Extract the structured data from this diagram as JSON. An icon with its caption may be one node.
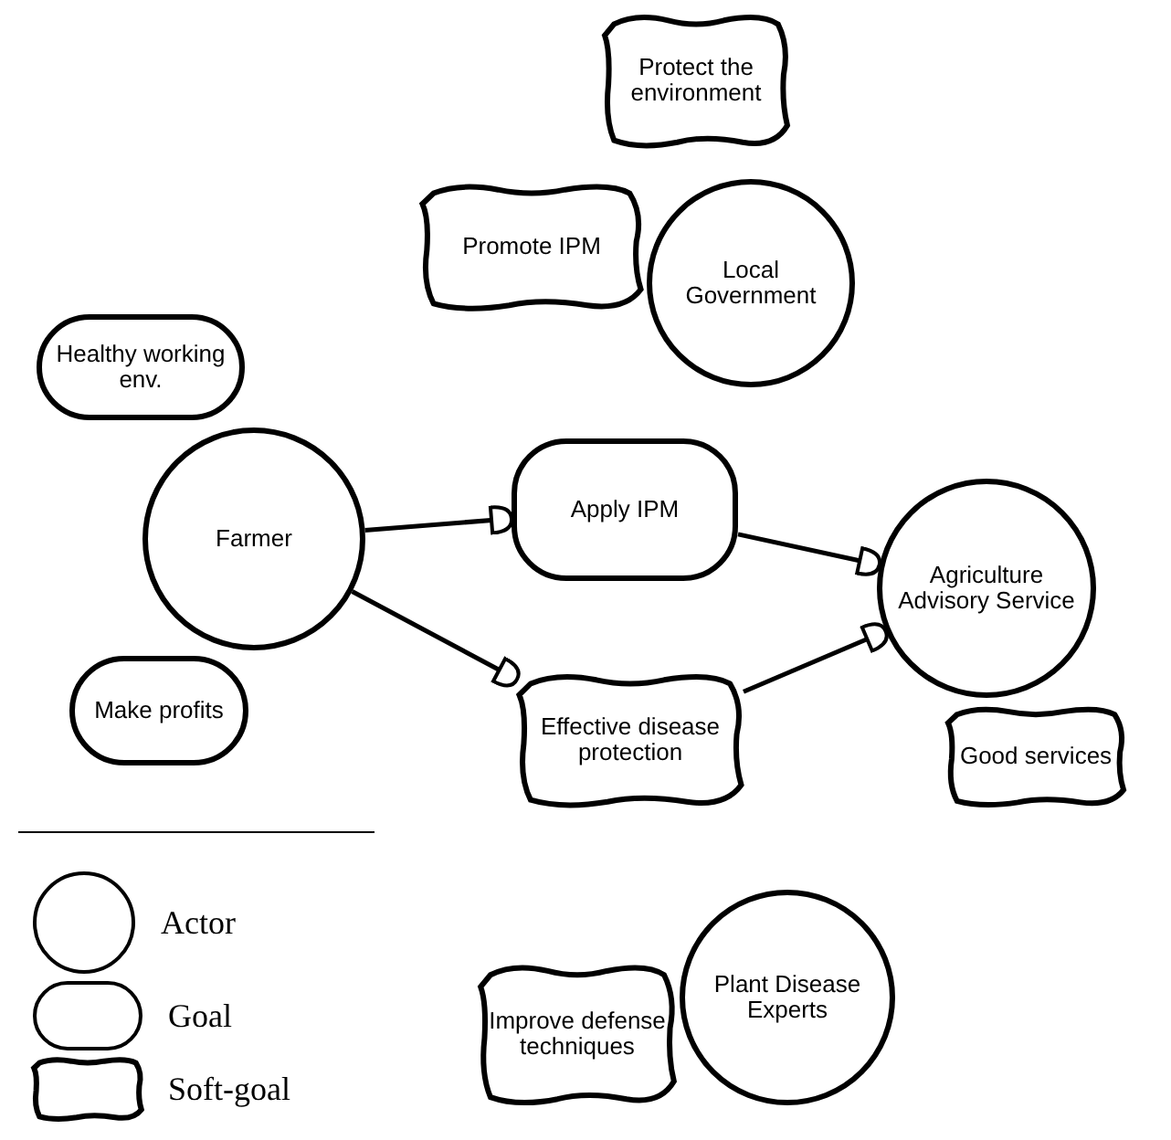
{
  "diagram": {
    "nodes": [
      {
        "text": [
          "Protect the environment"
        ]
      },
      {
        "text": [
          "Promote IPM"
        ]
      },
      {
        "text": [
          "Local Government"
        ]
      },
      {
        "text": [
          "Healthy working env."
        ]
      },
      {
        "text": [
          "Farmer"
        ]
      },
      {
        "text": [
          "Apply IPM"
        ]
      },
      {
        "text": [
          "Agriculture Advisory Service"
        ]
      },
      {
        "text": [
          "Make profits"
        ]
      },
      {
        "text": [
          "Effective disease protection"
        ]
      },
      {
        "text": [
          "Good services"
        ]
      },
      {
        "text": [
          "Plant Disease Experts"
        ]
      },
      {
        "text": [
          "Improve defense techniques"
        ]
      }
    ],
    "edges": [
      {
        "from": 4,
        "to": 5,
        "arrow": "to"
      },
      {
        "from": 5,
        "to": 6,
        "arrow": "to"
      },
      {
        "from": 4,
        "to": 8,
        "arrow": "to"
      },
      {
        "from": 8,
        "to": 6,
        "arrow": "to"
      }
    ],
    "legend": [
      {
        "text": "Actor"
      },
      {
        "text": "Goal"
      },
      {
        "text": "Soft-goal"
      }
    ]
  }
}
